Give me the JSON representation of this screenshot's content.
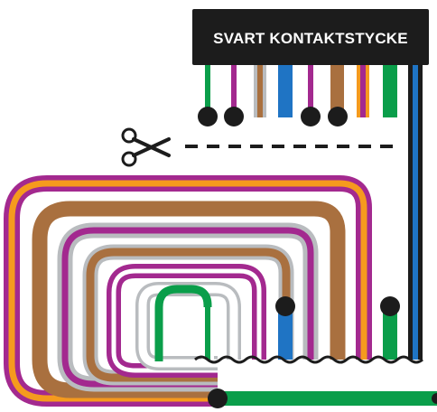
{
  "connector": {
    "label": "SVART KONTAKTSTYCKE",
    "fill": "#1c1c1c",
    "text_color": "#ffffff"
  },
  "cut_marker": {
    "icon": "scissors-icon",
    "line_style": "dashed"
  },
  "wire_colors": {
    "green": "#0a9e4a",
    "magenta": "#a3298f",
    "brown": "#a9703f",
    "blue": "#1f74c4",
    "orange": "#f59a1e",
    "grey": "#b9bcbf",
    "white": "#ffffff",
    "black": "#1c1c1c"
  },
  "top_wires": [
    {
      "name": "white-green",
      "stripe": "green"
    },
    {
      "name": "magenta",
      "stripe": "magenta"
    },
    {
      "name": "white-brown",
      "stripe": "brown"
    },
    {
      "name": "blue",
      "stripe": "blue"
    },
    {
      "name": "white-magenta",
      "stripe": "magenta"
    },
    {
      "name": "brown",
      "stripe": "brown"
    },
    {
      "name": "white-orange",
      "stripe": "magenta"
    },
    {
      "name": "green",
      "stripe": "green"
    },
    {
      "name": "black-blue",
      "stripe": "blue"
    }
  ],
  "bottom_wires": [
    {
      "name": "white-green",
      "stripe": "green"
    },
    {
      "name": "magenta",
      "stripe": "magenta"
    },
    {
      "name": "white-brown",
      "stripe": "brown"
    },
    {
      "name": "blue",
      "stripe": "blue"
    },
    {
      "name": "white-magenta",
      "stripe": "magenta"
    },
    {
      "name": "brown",
      "stripe": "brown"
    },
    {
      "name": "white-orange",
      "stripe": "magenta"
    },
    {
      "name": "green",
      "stripe": "green"
    },
    {
      "name": "black-blue",
      "stripe": "blue"
    }
  ],
  "loops": [
    {
      "name": "orange-magenta",
      "outer": "magenta",
      "inner": "orange"
    },
    {
      "name": "brown",
      "outer": "brown",
      "inner": "brown"
    },
    {
      "name": "magenta-grey",
      "outer": "magenta",
      "inner": "grey"
    },
    {
      "name": "brown-grey",
      "outer": "grey",
      "inner": "brown"
    },
    {
      "name": "magenta-white",
      "outer": "magenta",
      "inner": "white"
    },
    {
      "name": "green-grey",
      "outer": "grey",
      "inner": "green"
    }
  ]
}
